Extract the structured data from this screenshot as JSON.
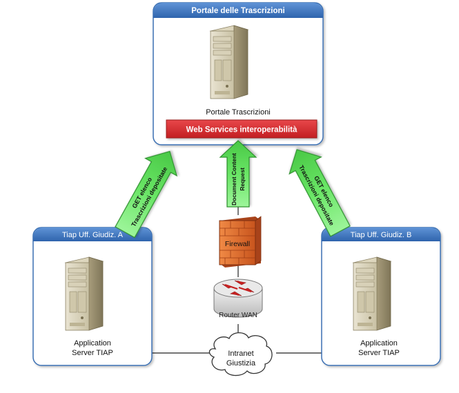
{
  "top_panel": {
    "title": "Portale delle Trascrizioni",
    "server_label": "Portale Trascrizioni",
    "banner": "Web Services interoperabilità"
  },
  "left_panel": {
    "title": "Tiap Uff. Giudiz. A",
    "server_label_line1": "Application",
    "server_label_line2": "Server TIAP"
  },
  "right_panel": {
    "title": "Tiap Uff. Giudiz. B",
    "server_label_line1": "Application",
    "server_label_line2": "Server TIAP"
  },
  "arrows": {
    "left": {
      "line1": "GET elenco",
      "line2": "Trascrizioni depositate"
    },
    "center": {
      "line1": "Document Content",
      "line2": "Request"
    },
    "right": {
      "line1": "GET elenco",
      "line2": "Trascrizioni depositate"
    }
  },
  "network": {
    "firewall": "Firewall",
    "router": "Router WAN",
    "cloud_line1": "Intranet",
    "cloud_line2": "Giustizia"
  },
  "colors": {
    "panel_header": "#3f73b8",
    "panel_border": "#2f5f9f",
    "arrow_fill": "#6ee86a",
    "arrow_stroke": "#2f8f2f",
    "banner": "#d52b2e",
    "firewall": "#e86c2c"
  },
  "icons": {
    "server": "server-tower-icon",
    "firewall": "firewall-brick-icon",
    "router": "router-icon",
    "cloud": "cloud-icon"
  }
}
